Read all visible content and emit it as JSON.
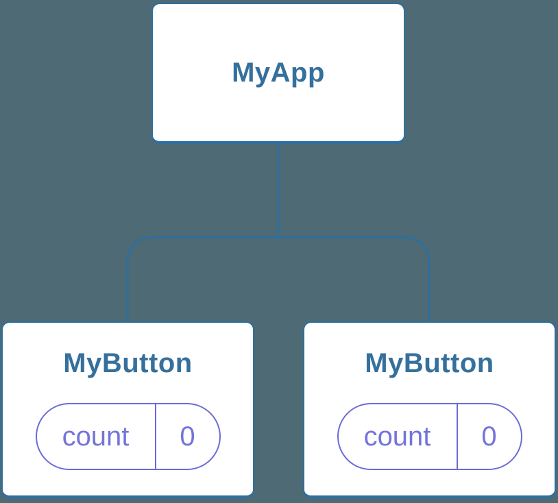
{
  "diagram": {
    "type": "component-tree",
    "root": {
      "label": "MyApp"
    },
    "children": [
      {
        "label": "MyButton",
        "state": {
          "key": "count",
          "value": "0"
        }
      },
      {
        "label": "MyButton",
        "state": {
          "key": "count",
          "value": "0"
        }
      }
    ]
  },
  "colors": {
    "background": "#4d6a75",
    "card_fill": "#ffffff",
    "card_border": "#2e6f9f",
    "connector": "#2e6f9f",
    "title_text": "#35709c",
    "pill_border": "#6b6bd9",
    "pill_text": "#7474dc"
  }
}
